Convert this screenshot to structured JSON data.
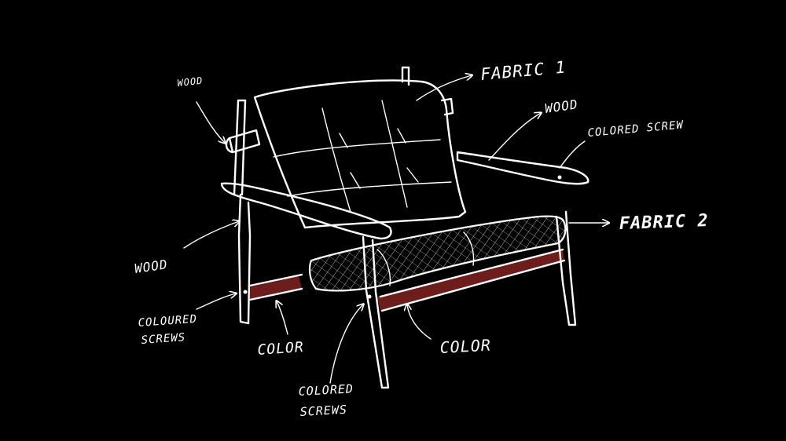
{
  "labels": {
    "fabric_1": "FABRIC 1",
    "fabric_2": "FABRIC 2",
    "wood_top_left": "WOOD",
    "wood_top_right": "WOOD",
    "wood_left": "WOOD",
    "colored_screw_right": "COLORED SCREW",
    "coloured_screws_left_line1": "COLOURED",
    "coloured_screws_left_line2": "SCREWS",
    "color_left": "COLOR",
    "color_right": "COLOR",
    "colored_screws_bottom_line1": "COLORED",
    "colored_screws_bottom_line2": "SCREWS"
  },
  "colors": {
    "background": "#000000",
    "ink": "#ffffff",
    "frame_accent": "#6e1d1d"
  }
}
